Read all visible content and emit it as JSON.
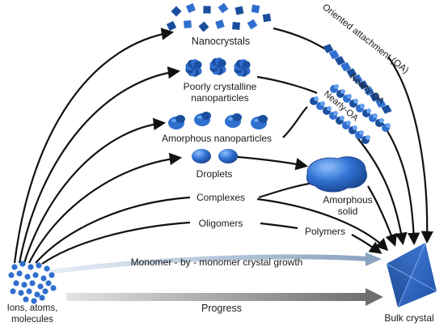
{
  "labels": {
    "nanocrystals": "Nanocrystals",
    "poorly_crystalline_1": "Poorly crystalline",
    "poorly_crystalline_2": "nanoparticles",
    "amorphous_nanoparticles": "Amorphous nanoparticles",
    "droplets": "Droplets",
    "complexes": "Complexes",
    "oligomers": "Oligomers",
    "polymers": "Polymers",
    "amorphous_solid_1": "Amorphous",
    "amorphous_solid_2": "solid",
    "oriented_attachment": "Oriented attachment (OA)",
    "nearly_oa_1": "Nearly-OA",
    "nearly_oa_2": "Nearly-OA",
    "monomer_growth": "Monomer - by - monomer crystal growth",
    "progress": "Progress",
    "source_1": "Ions, atoms,",
    "source_2": "molecules",
    "bulk_crystal": "Bulk crystal"
  },
  "colors": {
    "arrow": "#111111",
    "particle": "#2f6fcf",
    "particle_dark": "#1b4f9e",
    "particle_light": "#6aa4ee",
    "crystal": "#2459b8",
    "progress_arrow": "#6f6f6f"
  },
  "icons": [
    "ion-cluster-icon",
    "nanocrystal-icon",
    "nanoparticle-icon",
    "droplet-icon",
    "amorphous-blob-icon",
    "bulk-crystal-icon"
  ]
}
